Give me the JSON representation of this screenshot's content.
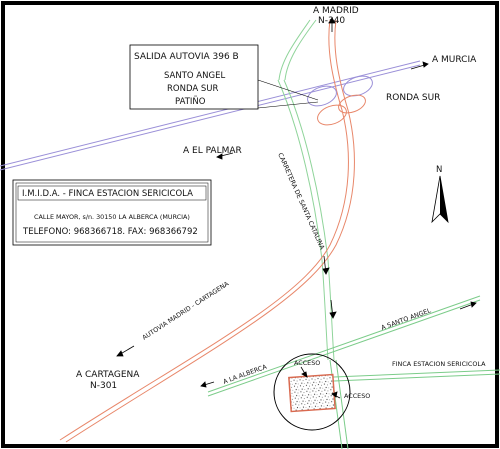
{
  "map": {
    "exit_box": {
      "title": "SALIDA AUTOVIA 396 B",
      "lines": [
        "SANTO ANGEL",
        "RONDA SUR",
        "PATIÑO"
      ]
    },
    "info_box": {
      "title": "I.M.I.D.A. - FINCA ESTACION SERICICOLA",
      "address": "CALLE MAYOR, s/n. 30150 LA ALBERCA (MURCIA)",
      "phone": "TELEFONO: 968366718. FAX: 968366792"
    },
    "labels": {
      "madrid_line1": "A MADRID",
      "madrid_line2": "N-340",
      "murcia": "A MURCIA",
      "ronda_sur": "RONDA SUR",
      "el_palmar": "A  EL PALMAR",
      "carretera": "CARRETERA DE SANTA CATALINA",
      "autovia": "AUTOVIA MADRID - CARTAGENA",
      "cartagena_line1": "A CARTAGENA",
      "cartagena_line2": "N-301",
      "santo_angel": "A SANTO ANGEL",
      "finca": "FINCA ESTACION SERICICOLA",
      "la_alberca": "A LA ALBERCA",
      "acceso_top": "ACCESO",
      "acceso_right": "ACCESO"
    },
    "colors": {
      "autovia": "#e8876a",
      "ronda": "#9a8fd8",
      "carretera": "#8fd49a",
      "local_road": "#7ccc8a",
      "plot_border": "#d96a50",
      "frame": "#000000"
    },
    "icons": [
      "north-arrow-icon"
    ]
  }
}
